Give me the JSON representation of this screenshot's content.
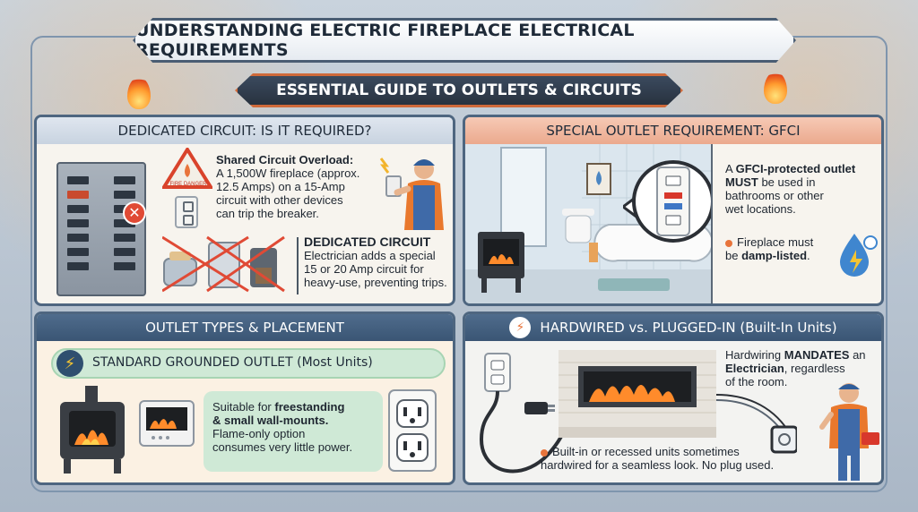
{
  "title": "UNDERSTANDING ELECTRIC FIREPLACE ELECTRICAL REQUIREMENTS",
  "subtitle": "ESSENTIAL GUIDE TO OUTLETS & CIRCUITS",
  "panels": {
    "dedicated": {
      "header": "DEDICATED CIRCUIT: IS IT REQUIRED?",
      "fire_sign": "FIRE DANGER",
      "overload_title": "Shared Circuit Overload:",
      "overload_lines": [
        "A 1,500W fireplace (approx.",
        "12.5 Amps) on a 15-Amp",
        "circuit with other devices",
        "can trip the breaker."
      ],
      "dedicated_title": "DEDICATED CIRCUIT",
      "dedicated_lines": [
        "Electrician adds a special",
        "15 or 20 Amp circuit for",
        "heavy-use, preventing trips."
      ]
    },
    "gfci": {
      "header": "SPECIAL OUTLET REQUIREMENT: GFCI",
      "line1_a": "A ",
      "line1_b": "GFCI-protected outlet",
      "line2_a": "MUST",
      "line2_b": " be used in",
      "line3": "bathrooms or other",
      "line4": "wet locations.",
      "bullet_line1": "Fireplace must",
      "bullet_line2_a": "be ",
      "bullet_line2_b": "damp-listed",
      "bullet_line2_c": "."
    },
    "outlet_types": {
      "header": "OUTLET TYPES & PLACEMENT",
      "pill": "STANDARD GROUNDED OUTLET (Most Units)",
      "line1_a": "Suitable for ",
      "line1_b": "freestanding",
      "line2": "& small wall-mounts.",
      "line3": "Flame-only option",
      "line4": "consumes very little power."
    },
    "hardwired": {
      "header": "HARDWIRED vs. PLUGGED-IN (Built-In Units)",
      "line1_a": "Hardwiring ",
      "line1_b": "MANDATES",
      "line1_c": " an",
      "line2_a": "Electrician",
      "line2_b": ", regardless",
      "line3": "of the room.",
      "bullet_line1": "Built-in or recessed units sometimes",
      "bullet_line2": "hardwired for a seamless look. No plug used."
    }
  },
  "colors": {
    "accent_orange": "#e8743b",
    "frame_blue": "#4e6680",
    "danger_red": "#d9432b",
    "worker_orange": "#e9782d"
  }
}
